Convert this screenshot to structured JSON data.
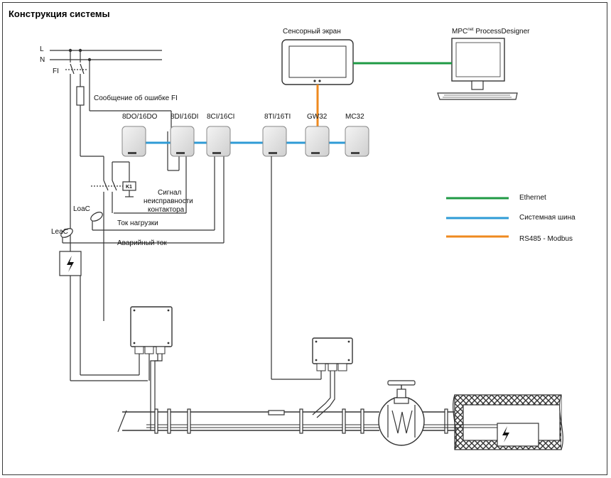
{
  "title": "Конструкция системы",
  "colors": {
    "ethernet": "#1f9a45",
    "system_bus": "#2e9bd6",
    "rs485": "#ef8a1f",
    "wire": "#333333",
    "module_fill": "#e4e4e4"
  },
  "labels": {
    "L": "L",
    "N": "N",
    "FI": "FI",
    "fi_error": "Сообщение об ошибке FI",
    "touch_screen": "Сенсорный экран",
    "mpc_prefix": "MPC",
    "mpc_sup": "net",
    "mpc_suffix": " ProcessDesigner",
    "k1": "K1",
    "contactor_1": "Сигнал",
    "contactor_2": "неисправности",
    "contactor_3": "контактора",
    "loac": "LoaC",
    "leac": "LeaC",
    "load_current": "Ток нагрузки",
    "fault_current": "Аварийный ток"
  },
  "modules": [
    {
      "label": "8DO/16DO"
    },
    {
      "label": "8DI/16DI"
    },
    {
      "label": "8CI/16CI"
    },
    {
      "label": "8TI/16TI"
    },
    {
      "label": "GW32"
    },
    {
      "label": "MC32"
    }
  ],
  "legend": [
    {
      "label": "Ethernet",
      "color": "#1f9a45"
    },
    {
      "label": "Системная шина",
      "color": "#2e9bd6"
    },
    {
      "label": "RS485 - Modbus",
      "color": "#ef8a1f"
    }
  ]
}
